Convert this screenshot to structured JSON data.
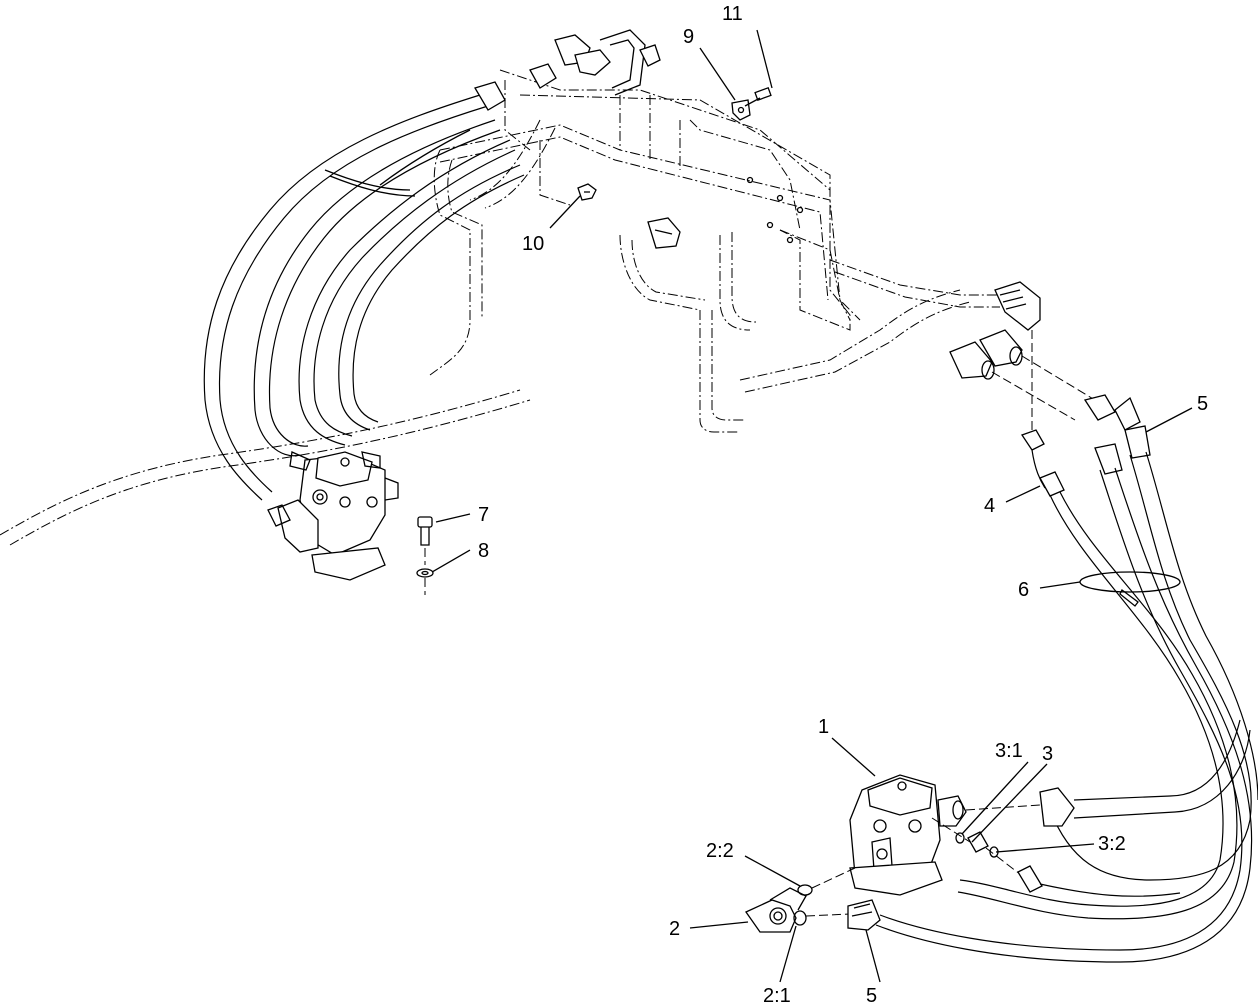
{
  "callouts": {
    "c1": "1",
    "c2": "2",
    "c2_1": "2:1",
    "c2_2": "2:2",
    "c3": "3",
    "c3_1": "3:1",
    "c3_2": "3:2",
    "c4": "4",
    "c5_top": "5",
    "c5_bottom": "5",
    "c6": "6",
    "c7": "7",
    "c8": "8",
    "c9": "9",
    "c10": "10",
    "c11": "11"
  },
  "colors": {
    "ink": "#000000",
    "paper": "#ffffff"
  }
}
